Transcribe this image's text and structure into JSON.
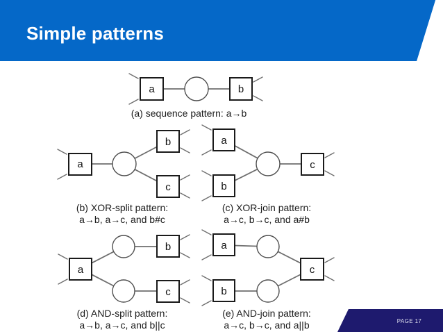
{
  "header": {
    "title": "Simple patterns"
  },
  "footer": {
    "page_label": "PAGE 17"
  },
  "colors": {
    "header_bg": "#0568c8",
    "footer_bg": "#1e1a6e",
    "task_stroke": "#1a1a1a",
    "place_stroke": "#4d4d4d",
    "connector": "#6e6e6e",
    "title_text": "#ffffff",
    "caption_text": "#1b1b1b"
  },
  "patterns": {
    "a": {
      "caption": "(a) sequence pattern: a→b",
      "nodes": {
        "a": "a",
        "b": "b"
      }
    },
    "b": {
      "caption_line1": "(b) XOR-split pattern:",
      "caption_line2": "a→b, a→c, and b#c",
      "nodes": {
        "a": "a",
        "b": "b",
        "c": "c"
      }
    },
    "c": {
      "caption_line1": "(c) XOR-join pattern:",
      "caption_line2": "a→c, b→c, and a#b",
      "nodes": {
        "a": "a",
        "b": "b",
        "c": "c"
      }
    },
    "d": {
      "caption_line1": "(d) AND-split pattern:",
      "caption_line2": "a→b, a→c, and b||c",
      "nodes": {
        "a": "a",
        "b": "b",
        "c": "c"
      }
    },
    "e": {
      "caption_line1": "(e) AND-join pattern:",
      "caption_line2": "a→c, b→c, and a||b",
      "nodes": {
        "a": "a",
        "b": "b",
        "c": "c"
      }
    }
  }
}
